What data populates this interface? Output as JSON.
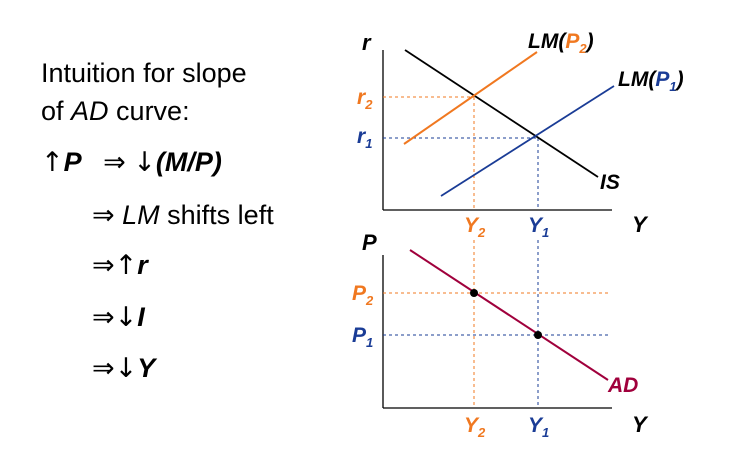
{
  "left_text": {
    "title_line1": "Intuition for slope",
    "title_line2_prefix": "of ",
    "title_line2_italic": "AD",
    "title_line2_suffix": " curve:",
    "line1": {
      "up_arrow": "↑",
      "p": "P",
      "implies": "⇒",
      "down_arrow": "↓",
      "expr": "(M/P)"
    },
    "line2": {
      "implies": "⇒",
      "lm": "LM",
      "rest": " shifts left"
    },
    "line3": {
      "implies": "⇒",
      "arrow": "↑",
      "var": "r"
    },
    "line4": {
      "implies": "⇒",
      "arrow": "↓",
      "var": "I"
    },
    "line5": {
      "implies": "⇒",
      "arrow": "↓",
      "var": "Y"
    }
  },
  "colors": {
    "orange": "#f07820",
    "blue": "#1a3c96",
    "black": "#000000",
    "ad": "#a0003c"
  },
  "top_graph": {
    "y_axis_label": "r",
    "x_axis_label": "Y",
    "curves": [
      {
        "id": "lm-p2",
        "label_prefix": "LM(",
        "label_sub": "P",
        "label_subscript": "2",
        "label_suffix": ")",
        "color": "orange"
      },
      {
        "id": "lm-p1",
        "label_prefix": "LM(",
        "label_sub": "P",
        "label_subscript": "1",
        "label_suffix": ")",
        "color": "blue"
      },
      {
        "id": "is",
        "label": "IS",
        "color": "black"
      }
    ],
    "r2": {
      "main": "r",
      "sub": "2"
    },
    "r1": {
      "main": "r",
      "sub": "1"
    },
    "y2": {
      "main": "Y",
      "sub": "2"
    },
    "y1": {
      "main": "Y",
      "sub": "1"
    }
  },
  "bottom_graph": {
    "y_axis_label": "P",
    "x_axis_label": "Y",
    "curve": {
      "label": "AD",
      "color": "ad"
    },
    "p2": {
      "main": "P",
      "sub": "2"
    },
    "p1": {
      "main": "P",
      "sub": "1"
    },
    "y2": {
      "main": "Y",
      "sub": "2"
    },
    "y1": {
      "main": "Y",
      "sub": "1"
    }
  }
}
